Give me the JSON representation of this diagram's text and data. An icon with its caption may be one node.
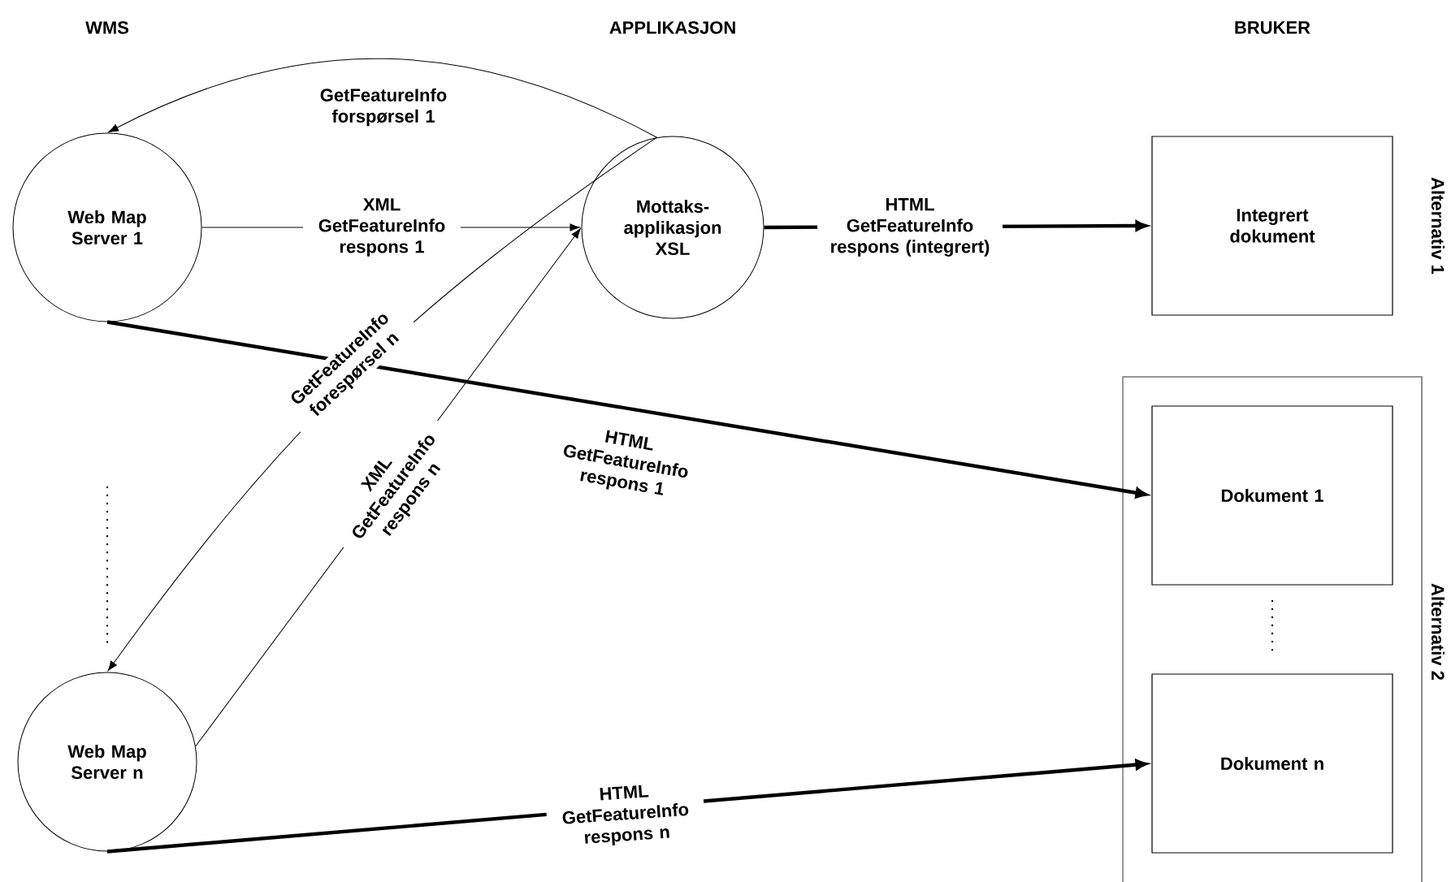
{
  "diagram": {
    "nodes": [
      {
        "text": [
          "Web Map Server 1"
        ]
      },
      {
        "text": [
          "Mottaks- applikasjon XSL"
        ]
      },
      {
        "text": [
          "Integrert dokument"
        ],
        "beside": [
          "Alternativ 1"
        ]
      },
      {
        "text": [
          "Alternativ 2"
        ]
      },
      {
        "text": [
          "Dokument 1"
        ],
        "in": 3
      },
      {
        "text": [
          "Dokument n"
        ],
        "in": 3
      },
      {
        "text": [
          "Web Map Server n"
        ]
      }
    ],
    "edges": [
      {
        "from": 1,
        "to": 0,
        "arrow": "to",
        "label": "GetFeatureInfo forspørsel 1"
      },
      {
        "from": 0,
        "to": 1,
        "arrow": "to",
        "label": "XML GetFeatureInfo respons 1"
      },
      {
        "from": 1,
        "to": 2,
        "arrow": "to",
        "label": "HTML GetFeatureInfo respons (integrert)",
        "style": "thick"
      },
      {
        "from": 0,
        "to": 4,
        "arrow": "to",
        "label": "HTML GetFeatureInfo respons 1",
        "style": "thick"
      },
      {
        "from": 1,
        "to": 6,
        "arrow": "to",
        "label": "GetFeatureInfo forespørsel n"
      },
      {
        "from": 6,
        "to": 1,
        "arrow": "to",
        "label": "XML GetFeatureInfo respons n"
      },
      {
        "from": 6,
        "to": 5,
        "arrow": "to",
        "label": "HTML GetFeatureInfo respons n",
        "style": "thick"
      }
    ],
    "labels": [
      "WMS",
      "APPLIKASJON",
      "BRUKER"
    ]
  }
}
